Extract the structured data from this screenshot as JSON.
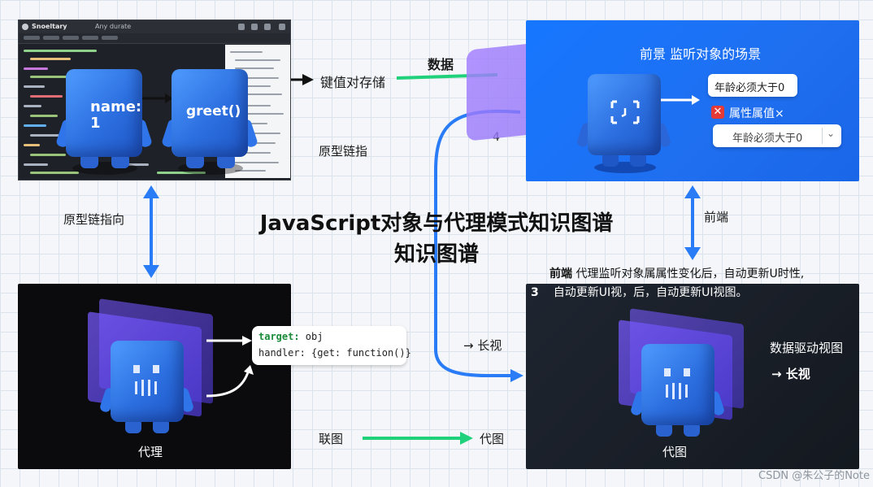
{
  "title": {
    "line1": "JavaScript对象与代理模式知识图谱",
    "line2": "知识图谱"
  },
  "code_panel": {
    "window_title": "Snoeltary",
    "window_subtitle": "Any durate",
    "robot_left_label_1": "name:",
    "robot_left_label_2": "1",
    "robot_right_label": "greet()"
  },
  "labels": {
    "kv_storage": "键值对存储",
    "data": "数据",
    "prototype_chain_pointer": "原型链指",
    "prototype_chain_points_to": "原型链指向",
    "step_4": "4",
    "frontend_arrow_label": "前端",
    "long_view": "→ 长视",
    "link_graph": "联图",
    "proxy_graph": "代图"
  },
  "front_panel": {
    "title": "前景 监听对象的场景",
    "box1": "年龄必须大于0",
    "error_label": "属性属值×",
    "select_value": "年龄必须大于0"
  },
  "description": {
    "bold": "前端",
    "line1_rest": " 代理监听对象属属性变化后，自动更新U时性,",
    "line2": "自动更新UI视，后，自动更新UI视图。",
    "step_3": "3"
  },
  "proxy_panel": {
    "code_line1_key": "target:",
    "code_line1_val": " obj",
    "code_line2": "handler: {get: function()}",
    "caption": "代理"
  },
  "view_panel": {
    "title": "数据驱动视图",
    "sub": "→ 长视",
    "caption": "代图"
  },
  "watermark": "CSDN @朱公子的Note",
  "colors": {
    "blue_arrow": "#2a7cf6",
    "green_arrow": "#1fd17a",
    "panel_blue": "#1677ff",
    "robot_blue": "#2c6fe0",
    "plate_purple": "#6a4cf0",
    "error_red": "#e53935"
  },
  "icons": [
    "robot-icon",
    "error-x-icon",
    "chevron-down-icon",
    "arrow-icon"
  ]
}
